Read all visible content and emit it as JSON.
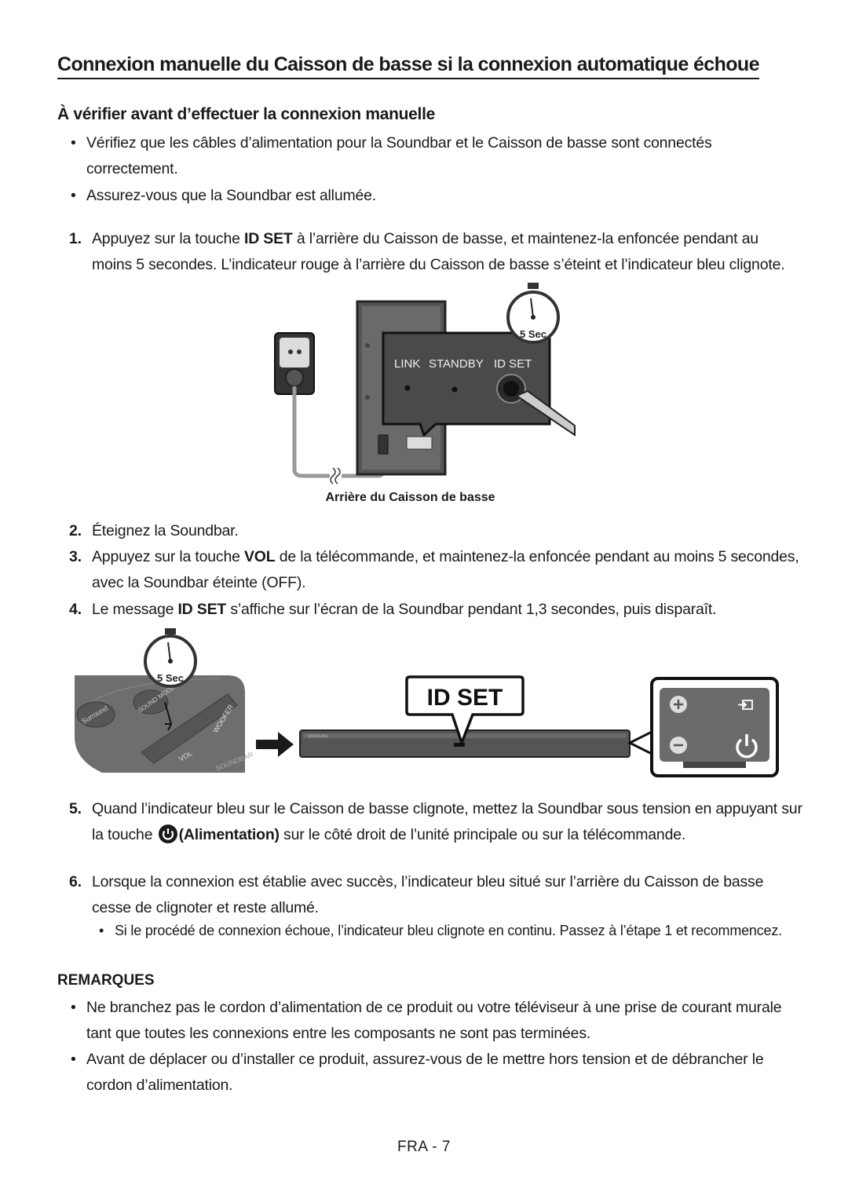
{
  "title": "Connexion manuelle du Caisson de basse si la connexion automatique échoue",
  "subtitle": "À vérifier avant d’effectuer la connexion manuelle",
  "checks": [
    "Vérifiez que les câbles d’alimentation pour la Soundbar et le Caisson de basse sont connectés correctement.",
    "Assurez-vous que la Soundbar est allumée."
  ],
  "step1": {
    "num": "1.",
    "pre": "Appuyez sur la touche ",
    "kw": "ID SET",
    "post": " à l’arrière du Caisson de basse, et maintenez-la enfoncée pendant au moins 5 secondes. L’indicateur rouge à l’arrière du Caisson de basse s’éteint et l’indicateur bleu clignote."
  },
  "figure1": {
    "timer_label": "5 Sec",
    "panel_labels": [
      "LINK",
      "STANDBY",
      "ID SET"
    ],
    "caption": "Arrière du Caisson de basse"
  },
  "step2": {
    "num": "2.",
    "text": "Éteignez la Soundbar."
  },
  "step3": {
    "num": "3.",
    "pre": "Appuyez sur la touche ",
    "kw": "VOL",
    "post": " de la télécommande, et maintenez-la enfoncée pendant au moins 5 secondes, avec la Soundbar éteinte (OFF)."
  },
  "step4": {
    "num": "4.",
    "pre": "Le message ",
    "kw": "ID SET",
    "post": " s’affiche sur l’écran de la Soundbar pendant 1,3 secondes, puis disparaît."
  },
  "figure2": {
    "timer_label": "5 Sec",
    "remote_labels": [
      "Surround",
      "SOUND MODE",
      "VOL",
      "WOOFER",
      "SOUNDBAR"
    ],
    "display_text": "ID SET",
    "soundbar_brand": "SAMSUNG"
  },
  "step5": {
    "num": "5.",
    "pre": "Quand l’indicateur bleu sur le Caisson de basse clignote, mettez la Soundbar sous tension en appuyant sur la touche ",
    "kw": "(Alimentation)",
    "post": " sur le côté droit de l’unité principale ou sur la télécommande."
  },
  "step6": {
    "num": "6.",
    "text": "Lorsque la connexion est établie avec succès, l’indicateur bleu situé sur l’arrière du Caisson de basse cesse de clignoter et reste allumé.",
    "sub": "Si le procédé de connexion échoue, l’indicateur bleu clignote en continu. Passez à l’étape 1 et recommencez."
  },
  "remarks_title": "REMARQUES",
  "remarks": [
    "Ne branchez pas le cordon d’alimentation de ce produit ou votre téléviseur à une prise de courant murale tant que toutes les connexions entre les composants ne sont pas terminées.",
    "Avant de déplacer ou d’installer ce produit, assurez-vous de le mettre hors tension et de débrancher le cordon d’alimentation."
  ],
  "bullet_char": "•",
  "page_number": "FRA - 7"
}
